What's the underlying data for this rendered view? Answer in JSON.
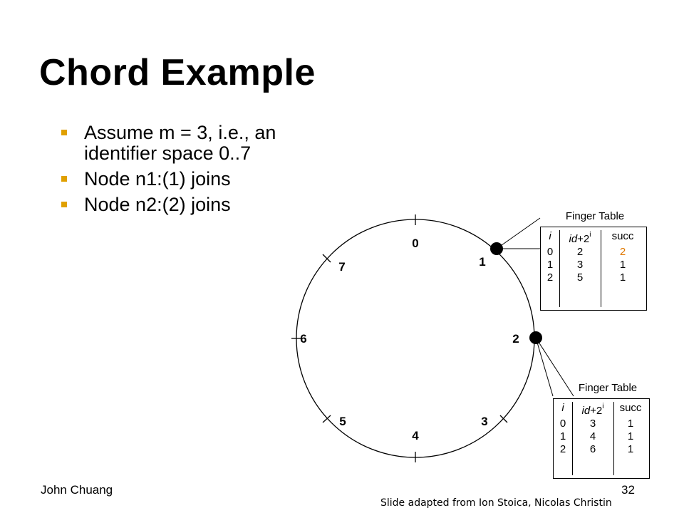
{
  "slide": {
    "title": "Chord Example",
    "bullets": [
      "Assume m = 3, i.e., an identifier space 0..7",
      "Node n1:(1) joins",
      "Node n2:(2) joins"
    ],
    "footer_author": "John Chuang",
    "footer_page": "32",
    "footer_credit": "Slide adapted from Ion Stoica, Nicolas Christin"
  },
  "colors": {
    "bullet": "#e0a000",
    "highlight": "#e07800",
    "text": "#000000"
  },
  "ring": {
    "labels": [
      "0",
      "1",
      "2",
      "3",
      "4",
      "5",
      "6",
      "7"
    ]
  },
  "finger_tables": [
    {
      "node": "1",
      "caption": "Finger Table",
      "headers": {
        "i": "i",
        "id": "id",
        "plus": "+2",
        "sup": "i",
        "succ": "succ"
      },
      "rows": [
        {
          "i": "0",
          "id": "2",
          "succ": "2",
          "highlight": true
        },
        {
          "i": "1",
          "id": "3",
          "succ": "1",
          "highlight": false
        },
        {
          "i": "2",
          "id": "5",
          "succ": "1",
          "highlight": false
        }
      ]
    },
    {
      "node": "2",
      "caption": "Finger Table",
      "headers": {
        "i": "i",
        "id": "id",
        "plus": "+2",
        "sup": "i",
        "succ": "succ"
      },
      "rows": [
        {
          "i": "0",
          "id": "3",
          "succ": "1",
          "highlight": false
        },
        {
          "i": "1",
          "id": "4",
          "succ": "1",
          "highlight": false
        },
        {
          "i": "2",
          "id": "6",
          "succ": "1",
          "highlight": false
        }
      ]
    }
  ]
}
